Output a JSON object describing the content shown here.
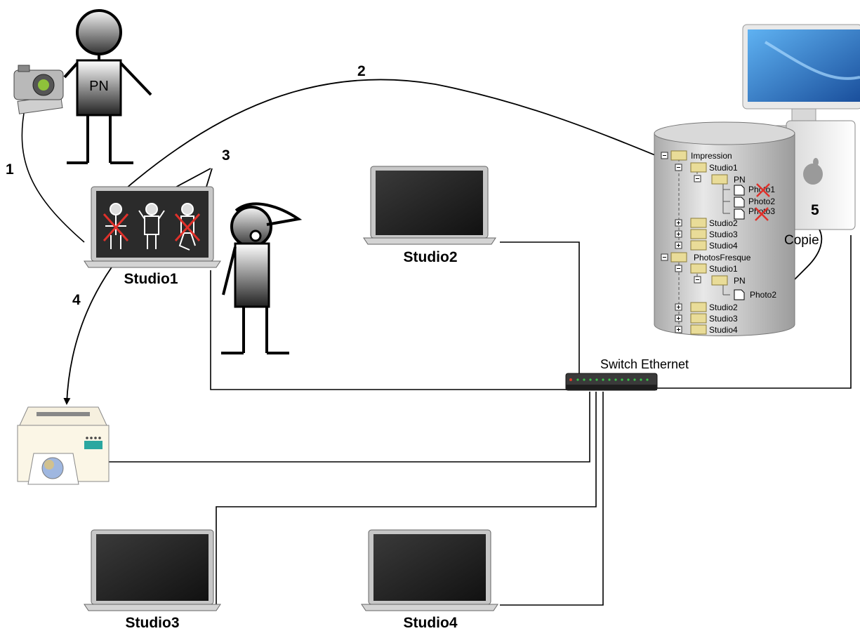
{
  "steps": {
    "s1": "1",
    "s2": "2",
    "s3": "3",
    "s4": "4",
    "s5": "5"
  },
  "person_badge": "PN",
  "laptops": {
    "studio1": "Studio1",
    "studio2": "Studio2",
    "studio3": "Studio3",
    "studio4": "Studio4"
  },
  "switch_label": "Switch Ethernet",
  "copy_label": "Copie",
  "tree": {
    "impression": "Impression",
    "imp_studio1": "Studio1",
    "imp_pn": "PN",
    "photo1": "Photo1",
    "photo2": "Photo2",
    "photo3": "Photo3",
    "imp_studio2": "Studio2",
    "imp_studio3": "Studio3",
    "imp_studio4": "Studio4",
    "fresque": "PhotosFresque",
    "fr_studio1": "Studio1",
    "fr_pn": "PN",
    "fr_photo2": "Photo2",
    "fr_studio2": "Studio2",
    "fr_studio3": "Studio3",
    "fr_studio4": "Studio4"
  },
  "colors": {
    "cable": "#000000",
    "screen": "#2a2a2a",
    "reject_mark": "#e0302a",
    "folder": "#e9dc98",
    "cylinder": "#c8c8c8"
  }
}
